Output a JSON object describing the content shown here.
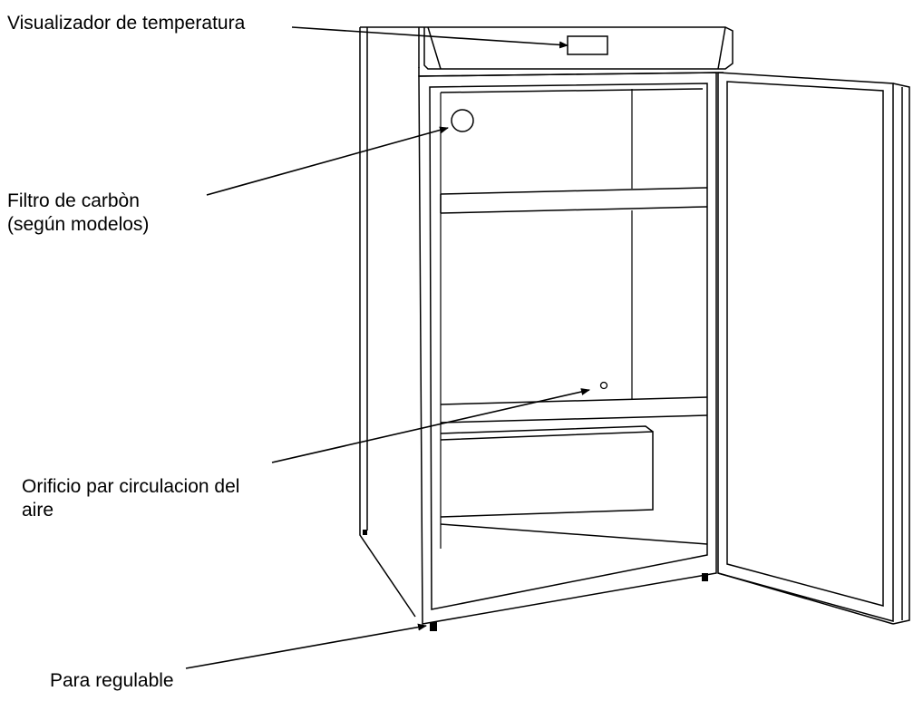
{
  "labels": {
    "display": "Visualizador de temperatura",
    "filter_line1": "Filtro de carbòn",
    "filter_line2": "(según modelos)",
    "vent_line1": "Orificio par circulacion del",
    "vent_line2": "aire",
    "foot": "Para regulable"
  },
  "colors": {
    "line": "#000000",
    "background": "#ffffff"
  }
}
